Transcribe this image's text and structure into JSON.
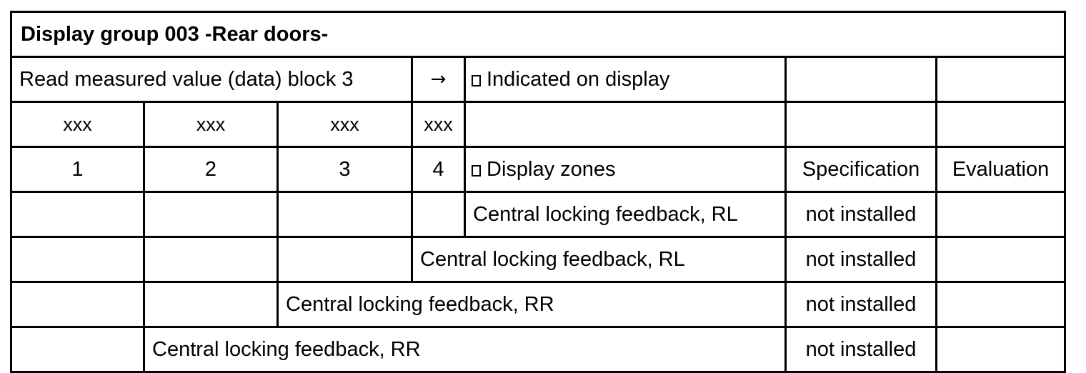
{
  "title": "Display group 003 -Rear doors-",
  "read_block": {
    "label": "Read measured value (data) block 3",
    "arrow": "→",
    "indicated": "Indicated on display"
  },
  "placeholder_row": [
    "xxx",
    "xxx",
    "xxx",
    "xxx"
  ],
  "field_numbers": [
    "1",
    "2",
    "3",
    "4"
  ],
  "headers": {
    "display_zones": "Display zones",
    "specification": "Specification",
    "evaluation": "Evaluation"
  },
  "rows": [
    {
      "label": "Central locking feedback, RL",
      "specification": "not installed",
      "evaluation": ""
    },
    {
      "label": "Central locking feedback, RL",
      "specification": "not installed",
      "evaluation": ""
    },
    {
      "label": "Central locking feedback, RR",
      "specification": "not installed",
      "evaluation": ""
    },
    {
      "label": "Central locking feedback, RR",
      "specification": "not installed",
      "evaluation": ""
    }
  ],
  "icons": {
    "checkbox": "checkbox-icon"
  }
}
